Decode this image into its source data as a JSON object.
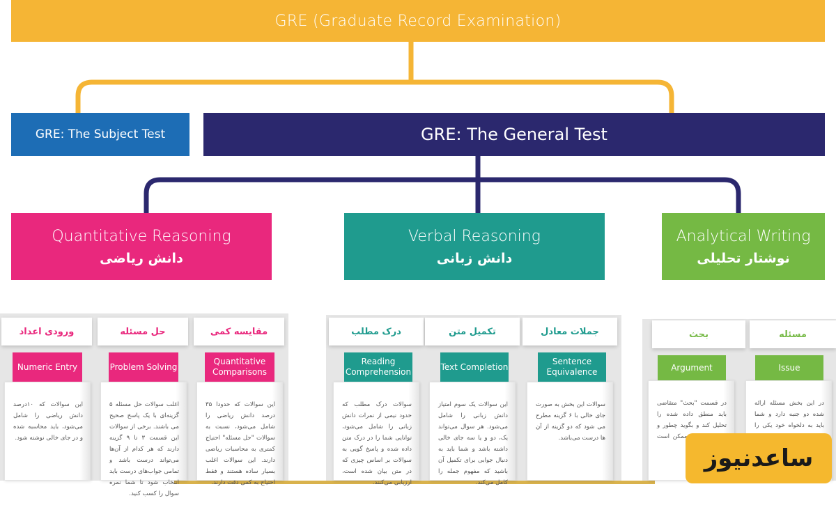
{
  "root": {
    "title": "GRE (Graduate Record Examination)"
  },
  "tests": {
    "subject": "GRE: The Subject Test",
    "general": "GRE: The General Test"
  },
  "categories": {
    "quant": {
      "en": "Quantitative Reasoning",
      "fa": "دانش ریاضی"
    },
    "verbal": {
      "en": "Verbal Reasoning",
      "fa": "دانش زبانی"
    },
    "writing": {
      "en": "Analytical Writing",
      "fa": "نوشتار تحلیلی"
    }
  },
  "cards": {
    "numeric": {
      "fa": "ورودی اعداد",
      "en": "Numeric Entry",
      "text": "این سوالات که ۱۰درصد دانش ریاضی را شامل می‌شود، باید محاسبه شده و در جای خالی نوشته شود."
    },
    "problem": {
      "fa": "حل مسئله",
      "en": "Problem Solving",
      "text": "اغلب سوالات حل مسئله ۵ گزینه‌ای با یک پاسخ صحیح می باشند. برخی از سوالات این قسمت ۳ تا ۹ گزینه دارند که هر کدام از آن‌ها می‌تواند درست باشد و تمامی جواب‌های درست باید انتخاب شود تا شما نمره سوال را کسب کنید."
    },
    "comparison": {
      "fa": "مقایسه کمی",
      "en": "Quantitative Comparisons",
      "text": "این سوالات که حدودا ۳۵ درصد دانش ریاضی را شامل می‌شود، نسبت به سوالات \"حل مسئله\" احتیاج کمتری به محاسبات ریاضی دارند. این سوالات اغلب بسیار ساده هستند و فقط احتیاج به کمی دقت دارند."
    },
    "reading": {
      "fa": "درک مطلب",
      "en": "Reading Comprehension",
      "text": "سوالات درک مطلب که حدود نیمی از نمرات دانش زبانی را شامل می‌شود، توانایی شما را در درک متن داده شده و پاسخ گویی به سوالات بر اساس چیزی که در متن بیان شده است، ارزیابی می‌کنند."
    },
    "text_completion": {
      "fa": "تکمیل متن",
      "en": "Text Completion",
      "text": "این سوالات یک سوم امتیاز دانش زبانی را شامل می‌شود. هر سوال می‌تواند یک، دو و یا سه جای خالی داشته باشد و شما باید به دنبال جوابی برای تکمیل آن باشید که مفهوم جمله را کامل می‌کند."
    },
    "sentence": {
      "fa": "جملات معادل",
      "en": "Sentence Equivalence",
      "text": "سوالات این بخش به صورت جای خالی با ۶ گزینه مطرح می شود که دو گزینه از آن ها درست می‌باشد."
    },
    "argument": {
      "fa": "بحث",
      "en": "Argument",
      "text": "در قسمت \"بحث\" متقاضی باید منطق داده شده را تحلیل کند و بگوید چطور و کجای استدلال ممکن است غلط باشد."
    },
    "issue": {
      "fa": "مسئله",
      "en": "Issue",
      "text": "در این بخش مسئله ارائه شده دو جنبه دارد و شما باید به دلخواه خود یکی را انتخاب کنید، طرف درست را انتخاب کرده و در آن مورد بنویسید."
    }
  },
  "watermark": {
    "text": "ساعدنیوز"
  },
  "colors": {
    "gold": "#f5b535",
    "subject_blue": "#1d6db5",
    "general_navy": "#2b286e",
    "pink": "#e9287d",
    "teal": "#1f9b8e",
    "green": "#75b944"
  }
}
